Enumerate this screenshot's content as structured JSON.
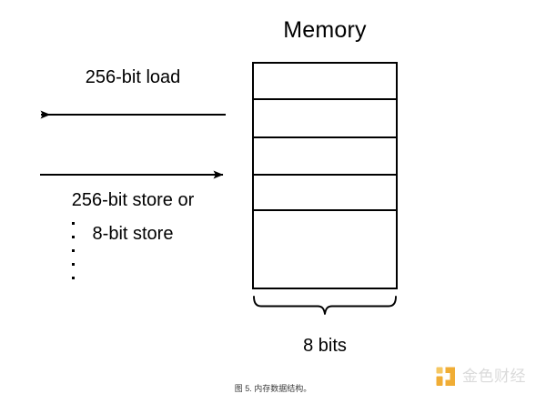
{
  "figure": {
    "title": "Memory",
    "caption": "图 5. 内存数据结构。",
    "width_label": "8 bits",
    "labels": {
      "load": "256-bit load",
      "store_line1": "256-bit store or",
      "store_line2": "8-bit store"
    },
    "arrows": [
      {
        "name": "load-arrow",
        "direction": "left",
        "label": "256-bit load"
      },
      {
        "name": "store-arrow",
        "direction": "right",
        "label": "256-bit store or 8-bit store"
      }
    ],
    "memory_cells": 5,
    "ellipsis_dot_count": 5,
    "colors": {
      "background": "#ffffff",
      "stroke": "#000000",
      "caption": "#3a3a3a",
      "watermark_accent": "#f0a92b",
      "watermark_accent_light": "#f5c55a",
      "watermark_text": "#d9d9d9"
    }
  },
  "watermark": {
    "text": "金色财经",
    "logo_name": "jinse-finance-logo"
  }
}
